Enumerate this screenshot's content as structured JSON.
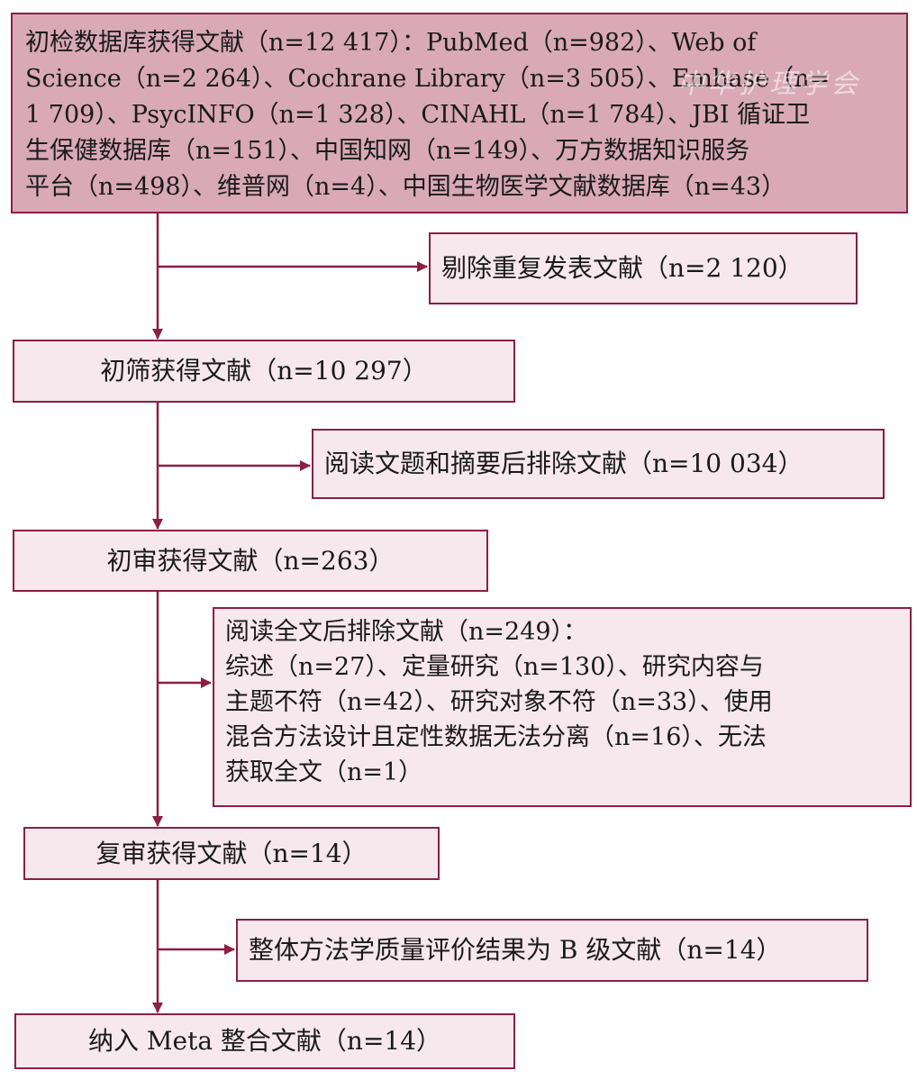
{
  "diagram": {
    "top_box": {
      "lines": [
        "初检数据库获得文献（n=12 417）：PubMed（n=982）、Web of",
        "Science（n=2 264）、Cochrane Library（n=3 505）、Embase（n=",
        "1 709）、PsycINFO（n=1 328）、CINAHL（n=1 784）、JBI 循证卫",
        "生保健数据库（n=151）、中国知网（n=149）、万方数据知识服务",
        "平台（n=498）、维普网（n=4）、中国生物医学文献数据库（n=43）"
      ]
    },
    "excluded_duplicates": "剔除重复发表文献（n=2 120）",
    "screened": "初筛获得文献（n=10 297）",
    "excluded_title_abstract": "阅读文题和摘要后排除文献（n=10 034）",
    "initial_review": "初审获得文献（n=263）",
    "excluded_fulltext": {
      "lines": [
        "阅读全文后排除文献（n=249）：",
        "综述（n=27）、定量研究（n=130）、研究内容与",
        "主题不符（n=42）、研究对象不符（n=33）、使用",
        "混合方法设计且定性数据无法分离（n=16）、无法",
        "获取全文（n=1）"
      ]
    },
    "second_review": "复审获得文献（n=14）",
    "quality_assessment": "整体方法学质量评价结果为 B 级文献（n=14）",
    "included": "纳入 Meta 整合文献（n=14）",
    "watermark": "中华护理学会"
  },
  "colors": {
    "stroke": "#8b1f45",
    "top_fill": "#d9a9b8",
    "box_fill": "#f6e8ec"
  }
}
